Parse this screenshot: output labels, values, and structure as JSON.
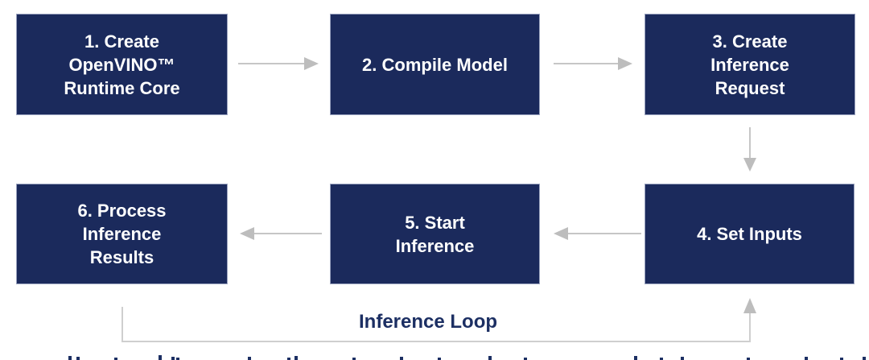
{
  "diagram": {
    "boxes": [
      {
        "name": "step-1",
        "lines": [
          "1. Create",
          "OpenVINO™",
          "Runtime Core"
        ]
      },
      {
        "name": "step-2",
        "lines": [
          "2. Compile Model"
        ]
      },
      {
        "name": "step-3",
        "lines": [
          "3. Create",
          "Inference",
          "Request"
        ]
      },
      {
        "name": "step-4",
        "lines": [
          "4. Set Inputs"
        ]
      },
      {
        "name": "step-5",
        "lines": [
          "5. Start",
          "Inference"
        ]
      },
      {
        "name": "step-6",
        "lines": [
          "6. Process",
          "Inference",
          "Results"
        ]
      }
    ],
    "loop_label": "Inference Loop",
    "colors": {
      "background": "#ffffff",
      "box_fill": "#1b2a5c",
      "box_border": "#9aa3bf",
      "box_text": "#ffffff",
      "arrow_line": "#c6c6c6",
      "arrow_head": "#bdbdbd",
      "loop_line": "#cfcfcf",
      "label_text": "#1c2f63"
    }
  }
}
